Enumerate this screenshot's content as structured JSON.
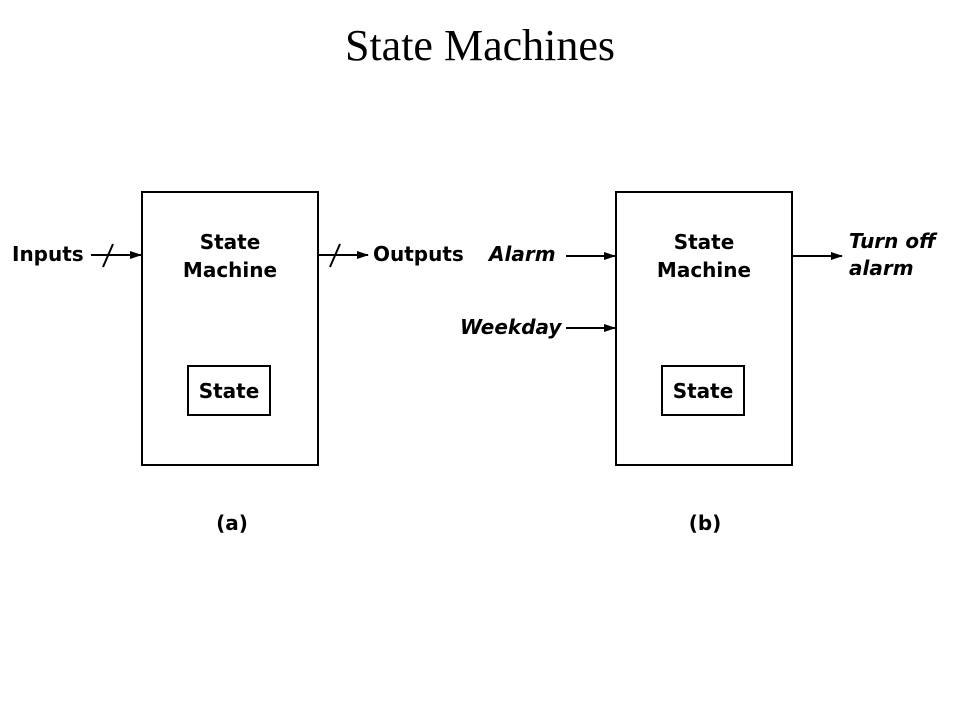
{
  "slide": {
    "title": "State Machines"
  },
  "diagram_a": {
    "input_label": "Inputs",
    "output_label": "Outputs",
    "machine_label_line1": "State",
    "machine_label_line2": "Machine",
    "state_label": "State",
    "caption": "(a)"
  },
  "diagram_b": {
    "input1_label": "Alarm",
    "input2_label": "Weekday",
    "output_label_line1": "Turn off",
    "output_label_line2": "alarm",
    "machine_label_line1": "State",
    "machine_label_line2": "Machine",
    "state_label": "State",
    "caption": "(b)"
  },
  "colors": {
    "background": "#ffffff",
    "ink": "#000000"
  }
}
